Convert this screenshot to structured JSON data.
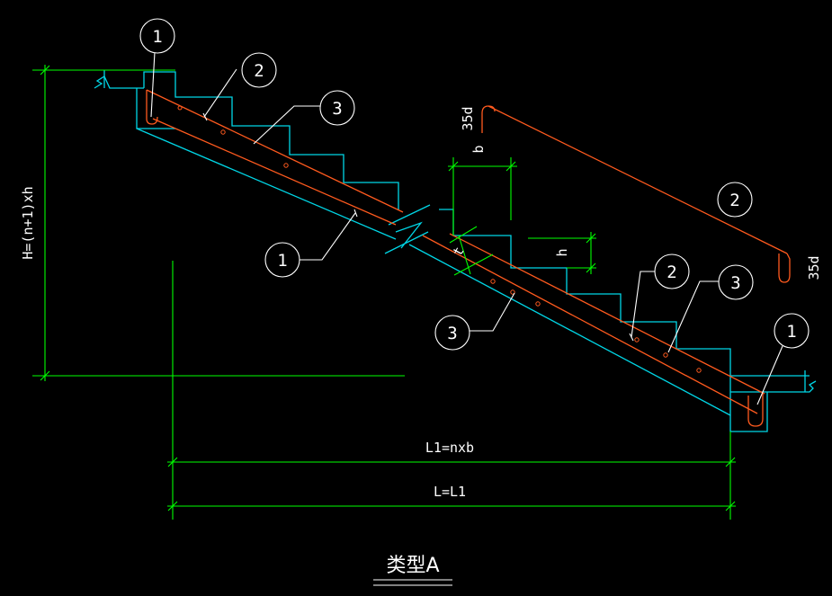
{
  "drawing": {
    "title": "类型A",
    "dim_height": "H=(n+1)xh",
    "dim_l1": "L1=nxb",
    "dim_l": "L=L1",
    "dim_b": "b",
    "dim_h": "h",
    "dim_t": "t",
    "anchor_left": "35d",
    "anchor_right": "35d"
  },
  "callouts": {
    "c1_top": "1",
    "c2_top": "2",
    "c3_top": "3",
    "c1_mid": "1",
    "c3_bot": "3",
    "c2_rebar": "2",
    "c2_right": "2",
    "c3_right": "3",
    "c1_right": "1"
  },
  "colors": {
    "background": "#000000",
    "concrete": "#00d6e6",
    "rebar": "#ff5a1e",
    "dimension": "#00ff00",
    "annotation": "#ffffff"
  }
}
